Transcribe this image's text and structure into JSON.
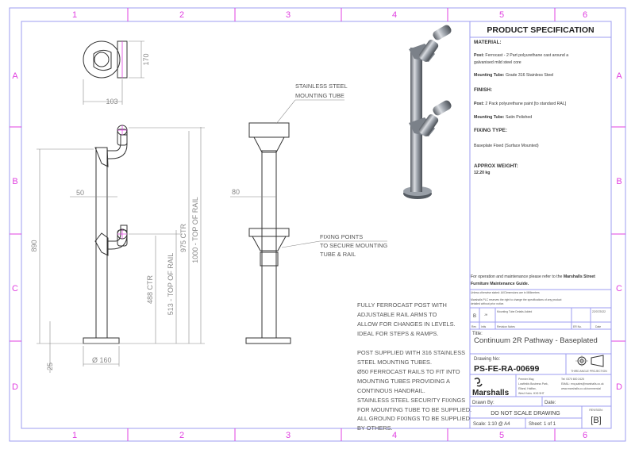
{
  "grid": {
    "columns": [
      "1",
      "2",
      "3",
      "4",
      "5",
      "6"
    ],
    "rows": [
      "A",
      "B",
      "C",
      "D"
    ]
  },
  "drawing": {
    "top_view": {
      "dim_height": "170",
      "dim_width": "103"
    },
    "front_view": {
      "dim_890": "890",
      "dim_50": "50",
      "dim_488": "488 CTR",
      "dim_513": "513 - TOP OF RAIL",
      "dim_975": "975 CTR",
      "dim_1000": "1000 - TOP OF RAIL",
      "dim_25": "25",
      "dim_dia": "Ø 160"
    },
    "side_view": {
      "dim_80": "80",
      "label_tube": [
        "STAINLESS STEEL",
        "MOUNTING TUBE"
      ],
      "label_fixing": [
        "FIXING POINTS",
        "TO SECURE MOUNTING",
        "TUBE & RAIL"
      ]
    }
  },
  "notes": [
    "FULLY FERROCAST POST WITH",
    "ADJUSTABLE RAIL ARMS TO",
    "ALLOW FOR CHANGES IN LEVELS.",
    "IDEAL FOR STEPS & RAMPS.",
    "",
    "POST SUPPLIED WITH 316 STAINLESS",
    "STEEL MOUNTING TUBES.",
    "Ø50 FERROCAST RAILS TO FIT INTO",
    "MOUNTING TUBES PROVIDING A",
    "CONTINOUS HANDRAIL.",
    "STAINLESS STEEL SECURITY FIXINGS",
    "FOR MOUNTING TUBE TO BE SUPPLIED.",
    "",
    "ALL GROUND FIXINGS TO BE SUPPLIED",
    "BY OTHERS."
  ],
  "spec": {
    "title": "PRODUCT SPECIFICATION",
    "material_heading": "MATERIAL:",
    "material_post_label": "Post:",
    "material_post": "Ferrocast - 2 Part polyurethane cast around a",
    "material_post_2": "galvanised mild steel core",
    "material_tube_label": "Mounting Tube:",
    "material_tube": "Grade 316 Stainless Steel",
    "finish_heading": "FINISH:",
    "finish_post_label": "Post:",
    "finish_post": "2 Pack polyurethane paint [to standard RAL]",
    "finish_tube_label": "Mounting Tube:",
    "finish_tube": "Satin Polished",
    "fixing_heading": "FIXING TYPE:",
    "fixing": "Baseplate Fixed (Surface Mounted)",
    "weight_heading": "APPROX WEIGHT:",
    "weight": "12.20 kg"
  },
  "title_block": {
    "maintenance_1": "For operation and maintenance please refer to the",
    "maintenance_bold_1": "Marshalls Street",
    "maintenance_bold_2": "Furniture Maintenance Guide.",
    "dimensions_note": "Unless otherwise stated: All Dimensions are in Millimetres",
    "rights_note_1": "Marshalls PLC reserves the right to change the specifications of any product",
    "rights_note_2": "detailed without prior notice.",
    "revisions": [
      {
        "rev": "B",
        "inits": "JH",
        "notes": "Mounting Tube Details Added",
        "er_no": "",
        "date": "22/07/2022"
      }
    ],
    "rev_headers": {
      "rev": "Rev",
      "inits": "Inits",
      "notes": "Revision Notes",
      "er_no": "ER No.",
      "date": "Date"
    },
    "title_label": "Title:",
    "title": "Continuum 2R Pathway - Baseplated",
    "drawing_no_label": "Drawing No:",
    "drawing_no": "PS-FE-RA-00699",
    "projection": "THIRD ANGLE PROJECTION",
    "company": "Marshalls",
    "address": [
      "Premier Way,",
      "Lowfields Business Park,",
      "Elland, Halifax,",
      "West Yorks. HX5 9HT"
    ],
    "contact": [
      "Tel: 0370 600 2425",
      "EMAIL: enq.sales@marshalls.co.uk",
      "www.marshalls.co.uk/commercial"
    ],
    "drawn_by_label": "Drawn By:",
    "date_label": "Date:",
    "do_not_scale": "DO NOT SCALE DRAWING",
    "scale_label": "Scale:",
    "scale": "1:10 @ A4",
    "sheet_label": "Sheet:",
    "sheet": "1 of 1",
    "revision_label": "REVISION:",
    "revision": "[B]"
  },
  "colors": {
    "frame": "#9c9cf0",
    "grid_labels": "#e040e0",
    "brand": "#222222"
  }
}
